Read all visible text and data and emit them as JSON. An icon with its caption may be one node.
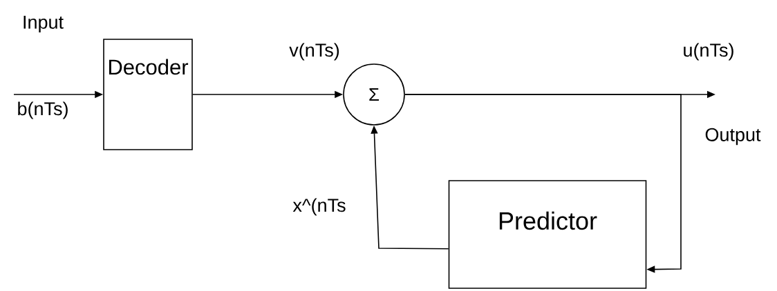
{
  "diagram": {
    "nodes": [
      {
        "text": [
          "Decoder"
        ]
      },
      {
        "text": [
          "Σ"
        ]
      },
      {
        "text": [
          "Predictor"
        ]
      }
    ],
    "edges": [
      {
        "from": null,
        "to": 0,
        "arrow": "to"
      },
      {
        "from": 0,
        "to": 1,
        "arrow": "to"
      },
      {
        "from": 1,
        "to": null,
        "arrow": "to"
      },
      {
        "from": 1,
        "to": 2,
        "arrow": "to"
      },
      {
        "from": 2,
        "to": 1,
        "arrow": "to"
      }
    ],
    "labels": [
      "Input",
      "v(nTs)",
      "u(nTs)",
      "b(nTs)",
      "Output",
      "x^(nTs"
    ]
  }
}
